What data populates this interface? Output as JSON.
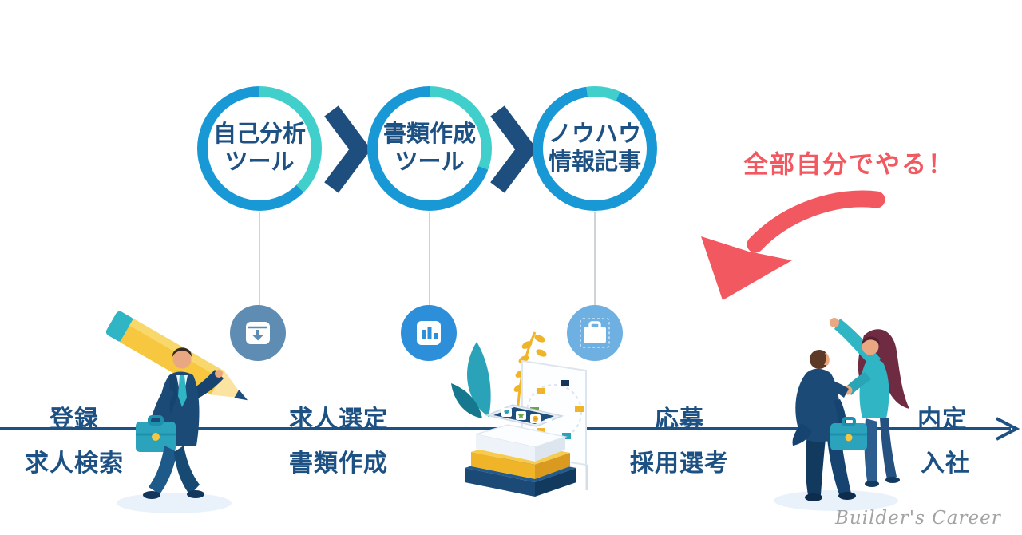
{
  "flow": {
    "steps": [
      {
        "line1": "自己分析",
        "line2": "ツール"
      },
      {
        "line1": "書類作成",
        "line2": "ツール"
      },
      {
        "line1": "ノウハウ",
        "line2": "情報記事"
      }
    ]
  },
  "annotation": {
    "text": "全部自分でやる！"
  },
  "timeline": {
    "stages": [
      {
        "top": "登録",
        "bottom": "求人検索"
      },
      {
        "top": "求人選定",
        "bottom": "書類作成"
      },
      {
        "top": "応募",
        "bottom": "採用選考"
      },
      {
        "top": "内定",
        "bottom": "入社"
      }
    ]
  },
  "icons": [
    {
      "name": "download-box-icon"
    },
    {
      "name": "bar-chart-icon"
    },
    {
      "name": "briefcase-icon"
    }
  ],
  "illustrations": [
    {
      "name": "jobseeker-with-pencil"
    },
    {
      "name": "books-and-smartphone"
    },
    {
      "name": "handshake-offer"
    }
  ],
  "watermark": {
    "text": "Builder's Career"
  },
  "colors": {
    "ring_blue": "#1899d6",
    "ring_teal": "#41cfcc",
    "navy_text": "#1d5183",
    "chevron_navy": "#1d4e7d",
    "red_accent": "#f2585f",
    "icon1_bg": "#5f8cb3",
    "icon2_bg": "#2d8fd9",
    "icon3_bg": "#6fb0e2"
  }
}
